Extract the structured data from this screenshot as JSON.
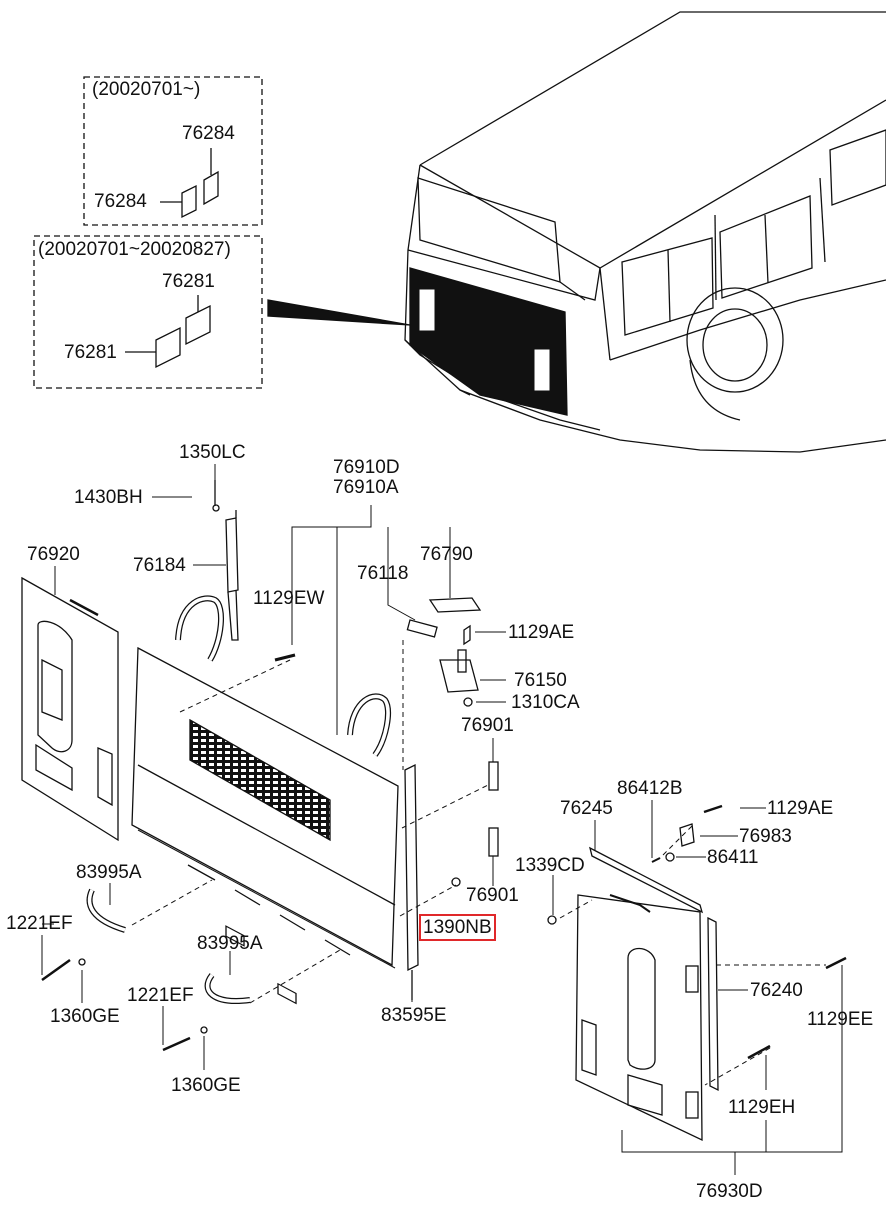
{
  "diagram": {
    "inset_top": {
      "date_range": "(20020701~)",
      "part_a": "76284",
      "part_b": "76284"
    },
    "inset_bottom": {
      "date_range": "(20020701~20020827)",
      "part_a": "76281",
      "part_b": "76281"
    },
    "parts": {
      "p1350lc": "1350LC",
      "p1430bh": "1430BH",
      "p76910d": "76910D",
      "p76910a": "76910A",
      "p76920": "76920",
      "p76184": "76184",
      "p76118": "76118",
      "p76790": "76790",
      "p1129ew": "1129EW",
      "p1129ae_top": "1129AE",
      "p76150": "76150",
      "p1310ca": "1310CA",
      "p76901_top": "76901",
      "p86412b": "86412B",
      "p76245": "76245",
      "p1129ae_right": "1129AE",
      "p76983": "76983",
      "p86411": "86411",
      "p1339cd": "1339CD",
      "p83995a_left": "83995A",
      "p76901_bottom": "76901",
      "p1221ef_left": "1221EF",
      "p1390nb": "1390NB",
      "p83995a_mid": "83995A",
      "p76240": "76240",
      "p1360ge_left": "1360GE",
      "p1221ef_mid": "1221EF",
      "p83595e": "83595E",
      "p1129ee": "1129EE",
      "p1360ge_mid": "1360GE",
      "p1129eh": "1129EH",
      "p76930d": "76930D"
    },
    "highlight_color": "#e0282a"
  }
}
